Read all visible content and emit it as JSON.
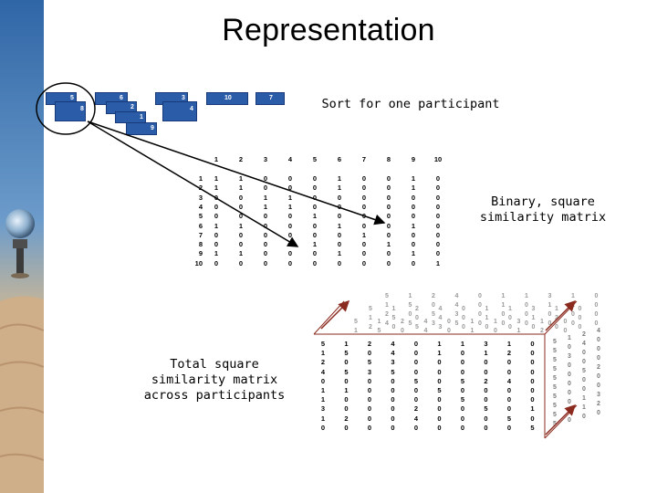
{
  "title": "Representation",
  "captions": {
    "sort": "Sort for one participant",
    "binary": "Binary, square\nsimilarity matrix",
    "total": "Total square\nsimilarity matrix\nacross participants"
  },
  "cards": [
    "5",
    "8",
    "6",
    "2",
    "1",
    "9",
    "3",
    "4",
    "10",
    "7"
  ],
  "binary_matrix": {
    "col_headers": [
      "1",
      "2",
      "3",
      "4",
      "5",
      "6",
      "7",
      "8",
      "9",
      "10"
    ],
    "row_headers": [
      "1",
      "2",
      "3",
      "4",
      "5",
      "6",
      "7",
      "8",
      "9",
      "10"
    ],
    "rows": [
      [
        "1",
        "1",
        "0",
        "0",
        "0",
        "1",
        "0",
        "0",
        "1",
        "0"
      ],
      [
        "1",
        "1",
        "0",
        "0",
        "0",
        "1",
        "0",
        "0",
        "1",
        "0"
      ],
      [
        "0",
        "0",
        "1",
        "1",
        "0",
        "0",
        "0",
        "0",
        "0",
        "0"
      ],
      [
        "0",
        "0",
        "1",
        "1",
        "0",
        "0",
        "0",
        "0",
        "0",
        "0"
      ],
      [
        "0",
        "0",
        "0",
        "0",
        "1",
        "0",
        "0",
        "0",
        "0",
        "0"
      ],
      [
        "1",
        "1",
        "0",
        "0",
        "0",
        "1",
        "0",
        "0",
        "1",
        "0"
      ],
      [
        "0",
        "0",
        "0",
        "0",
        "0",
        "0",
        "1",
        "0",
        "0",
        "0"
      ],
      [
        "0",
        "0",
        "0",
        "0",
        "1",
        "0",
        "0",
        "1",
        "0",
        "0"
      ],
      [
        "1",
        "1",
        "0",
        "0",
        "0",
        "1",
        "0",
        "0",
        "1",
        "0"
      ],
      [
        "0",
        "0",
        "0",
        "0",
        "0",
        "0",
        "0",
        "0",
        "0",
        "1"
      ]
    ]
  },
  "total_matrix": {
    "front_rows": [
      [
        "5",
        "1",
        "2",
        "4",
        "0",
        "1",
        "1",
        "3",
        "1",
        "0"
      ],
      [
        "1",
        "5",
        "0",
        "4",
        "0",
        "1",
        "0",
        "1",
        "2",
        "0"
      ],
      [
        "2",
        "0",
        "5",
        "3",
        "0",
        "0",
        "0",
        "0",
        "0",
        "0"
      ],
      [
        "4",
        "5",
        "3",
        "5",
        "0",
        "0",
        "0",
        "0",
        "0",
        "0"
      ],
      [
        "0",
        "0",
        "0",
        "0",
        "5",
        "0",
        "5",
        "2",
        "4",
        "0"
      ],
      [
        "1",
        "1",
        "0",
        "0",
        "0",
        "5",
        "0",
        "0",
        "0",
        "0"
      ],
      [
        "1",
        "0",
        "0",
        "0",
        "0",
        "0",
        "5",
        "0",
        "0",
        "0"
      ],
      [
        "3",
        "0",
        "0",
        "0",
        "2",
        "0",
        "0",
        "5",
        "0",
        "1"
      ],
      [
        "1",
        "2",
        "0",
        "0",
        "4",
        "0",
        "0",
        "0",
        "5",
        "0"
      ],
      [
        "0",
        "0",
        "0",
        "0",
        "0",
        "0",
        "0",
        "0",
        "0",
        "5"
      ]
    ]
  },
  "colors": {
    "card": "#2b5ca8",
    "arrow": "#000000",
    "cube_line": "#8b2a1e"
  }
}
